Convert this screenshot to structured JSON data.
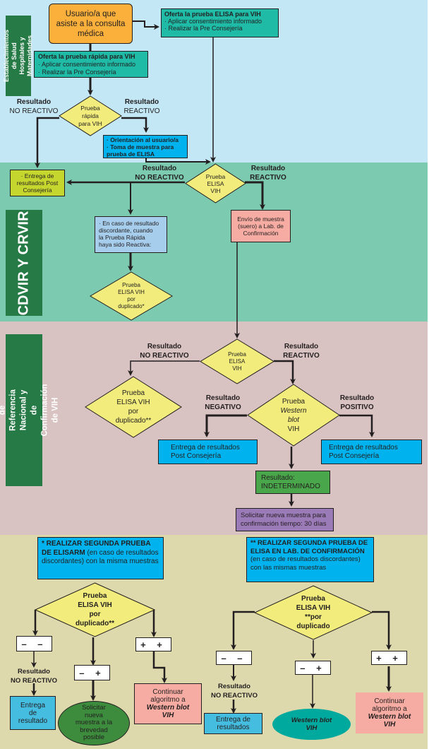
{
  "sections": {
    "establecimientos": "Establecimientos de Salud Hospitales y Maternidades",
    "cdvir": "CDVIR Y CRVIR",
    "laboratorio": "Laboratorio de Referencia Nacional y de Confirmación de VIH"
  },
  "colors": {
    "band_establecimientos": "#c3e7f5",
    "band_cdvir": "#7ccab0",
    "band_laboratorio": "#d9c2c2",
    "band_notes": "#ded9ad",
    "section_label": "#257a45",
    "decision": "#f1ec7b"
  },
  "establecimientos": {
    "start": "Usuario/a que asiste a la consulta médica",
    "elisa_offer": {
      "title": "Oferta la prueba ELISA para VIH",
      "items": [
        "· Aplicar consentimiento informado",
        "· Realizar la Pre Consejería"
      ]
    },
    "rapid_offer": {
      "title": "Oferta la prueba rápida para VIH",
      "items": [
        "· Aplicar consentimiento informado",
        "· Realizar la Pre Consejería"
      ]
    },
    "rapid_test": [
      "Prueba",
      "rápida",
      "para VIH"
    ],
    "label_no_reactivo": [
      "Resultado",
      "NO REACTIVO"
    ],
    "label_reactivo": [
      "Resultado",
      "REACTIVO"
    ],
    "orientation": [
      "· Orientación al usuario/a",
      "· Toma de muestra para",
      "prueba de ELISA"
    ]
  },
  "cdvir": {
    "delivery": [
      "· Entrega de",
      "resultados Post",
      "Consejería"
    ],
    "elisa_test": [
      "Prueba",
      "ELISA",
      "VIH"
    ],
    "label_no_reactivo": [
      "Resultado",
      "NO REACTIVO"
    ],
    "label_reactivo": [
      "Resultado",
      "REACTIVO"
    ],
    "discordant": [
      "· En caso de resultado",
      "discordante, cuando",
      "la Prueba Rápida",
      "haya sido Reactiva:"
    ],
    "duplicate": [
      "Prueba",
      "ELISA VIH",
      "por",
      "duplicado*"
    ],
    "send_sample": [
      "Envío de muestra",
      "(suero) a Lab. de",
      "Confirmación"
    ]
  },
  "laboratorio": {
    "elisa_test": [
      "Prueba",
      "ELISA",
      "VIH"
    ],
    "label_no_reactivo": [
      "Resultado",
      "NO REACTIVO"
    ],
    "label_reactivo": [
      "Resultado",
      "REACTIVO"
    ],
    "duplicate": [
      "Prueba",
      "ELISA VIH",
      "por",
      "duplicado**"
    ],
    "western_blot": [
      "Prueba",
      "Western",
      "blot",
      "VIH"
    ],
    "label_negativo": [
      "Resultado",
      "NEGATIVO"
    ],
    "label_positivo": [
      "Resultado",
      "POSITIVO"
    ],
    "delivery_negative": [
      "Entrega de resultados",
      "Post Consejería"
    ],
    "delivery_positive": [
      "Entrega de resultados",
      "Post Consejería"
    ],
    "indeterminate": [
      "Resultado:",
      "INDETERMINADO"
    ],
    "new_sample": [
      "Solicitar nueva muestra para",
      "confirmación tiempo: 30 días"
    ]
  },
  "notes_left": {
    "note_bold": "* REALIZAR SEGUNDA PRUEBA DE ELISARM",
    "note_rest": " (en caso de resultados discordantes) con la misma muestras",
    "test": [
      "Prueba",
      "ELISA VIH",
      "por",
      "duplicado**"
    ],
    "sign_neg_neg": "– –",
    "sign_neg_pos": "– +",
    "sign_pos_pos": "+ +",
    "label_no_reactivo": [
      "Resultado",
      "NO REACTIVO"
    ],
    "deliver": [
      "Entrega",
      "de",
      "resultado"
    ],
    "request_sample": [
      "Solicitar",
      "nueva",
      "muestra a la",
      "brevedad",
      "posible"
    ],
    "continue_wb": [
      "Continuar",
      "algoritmo a",
      "Western blot",
      "VIH"
    ]
  },
  "notes_right": {
    "note_bold": "** REALIZAR SEGUNDA PRUEBA DE ELISA EN LAB. DE CONFIRMACIÓN",
    "note_rest": " (en caso de resultados discordantes) con las mismas muestras",
    "test": [
      "Prueba",
      "ELISA VIH",
      "**por",
      "duplicado"
    ],
    "sign_neg_neg": "– –",
    "sign_neg_pos": "– +",
    "sign_pos_pos": "+ +",
    "label_no_reactivo": [
      "Resultado",
      "NO REACTIVO"
    ],
    "deliver": [
      "Entrega de",
      "resultados"
    ],
    "western_blot": [
      "Western blot",
      "VIH"
    ],
    "continue_wb": [
      "Continuar",
      "algoritmo a",
      "Western blot",
      "VIH"
    ]
  }
}
